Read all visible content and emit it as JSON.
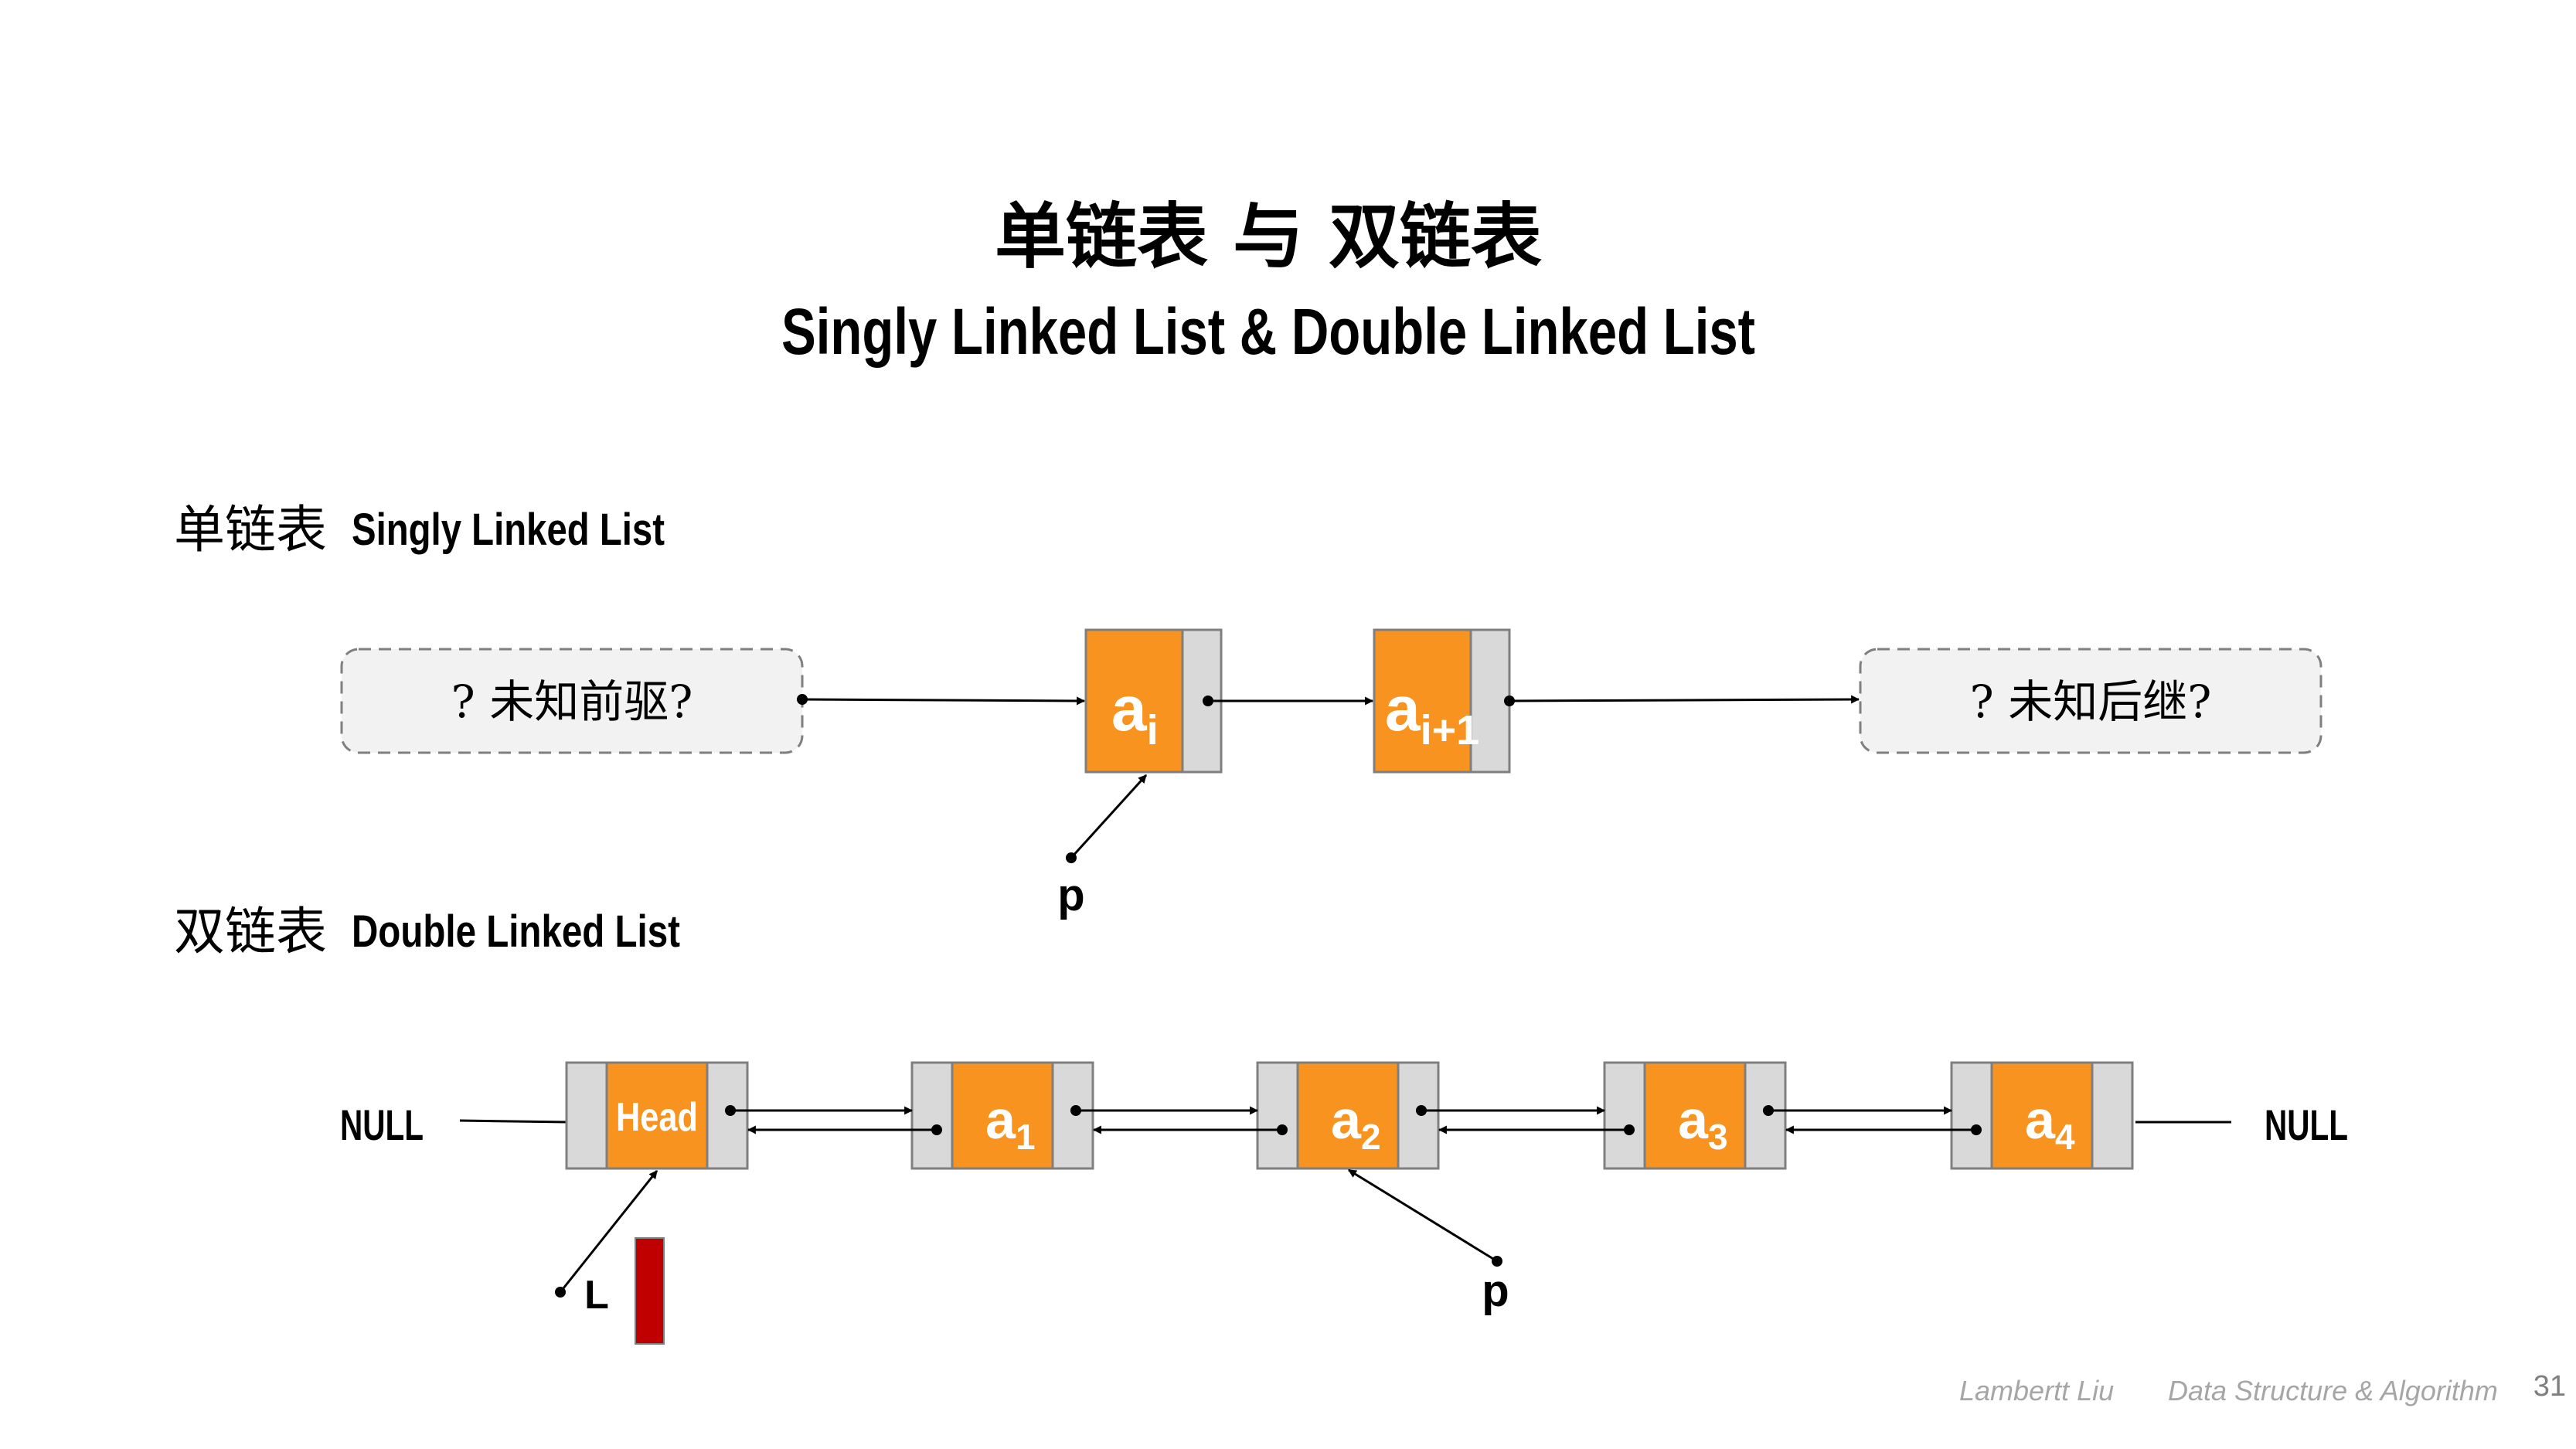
{
  "title": {
    "zh": "单链表 与 双链表",
    "en": "Singly Linked List & Double Linked List"
  },
  "singly": {
    "heading_zh": "单链表",
    "heading_en": "Singly Linked List",
    "unknown_prev": "? 未知前驱?",
    "unknown_next": "? 未知后继?",
    "node1": {
      "base": "a",
      "sub": "i"
    },
    "node2": {
      "base": "a",
      "sub": "i+1"
    },
    "pointer_label": "p"
  },
  "doubly": {
    "heading_zh": "双链表",
    "heading_en": "Double Linked List",
    "null_left": "NULL",
    "null_right": "NULL",
    "head_label": "Head",
    "nodes": [
      {
        "base": "a",
        "sub": "1"
      },
      {
        "base": "a",
        "sub": "2"
      },
      {
        "base": "a",
        "sub": "3"
      },
      {
        "base": "a",
        "sub": "4"
      }
    ],
    "head_pointer_label": "L",
    "pointer_label": "p"
  },
  "footer": {
    "author": "Lambertt Liu",
    "course": "Data Structure & Algorithm",
    "page_number": "31"
  },
  "colors": {
    "node_fill": "#F7931E",
    "node_border": "#7F7F7F",
    "pointer_fill": "#D9D9D9",
    "unknown_fill": "#F2F2F2",
    "head_marker": "#C00000",
    "line": "#000000",
    "footer_text": "#A6A6A6"
  }
}
